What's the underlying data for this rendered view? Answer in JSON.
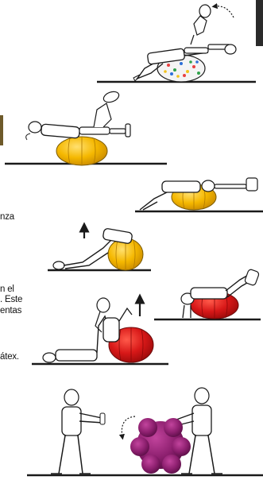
{
  "text_fragments": [
    "nza",
    "n el",
    ". Este",
    "entas",
    "átex."
  ],
  "colors": {
    "ink": "#1a1a1a",
    "ball_yellow": "#f5b800",
    "ball_yellow_light": "#ffd640",
    "ball_red": "#d81818",
    "ball_red_dark": "#a50c0c",
    "ball_purple": "#8c1f6e",
    "ball_multicolor": [
      "#e84040",
      "#2fa24a",
      "#2c6fd8",
      "#f2c21b"
    ],
    "floor": "#1a1a1a"
  },
  "icons": [
    "rotation-arrow-icon",
    "up-arrow-icon",
    "up-arrow-icon",
    "curved-arrow-icon"
  ]
}
